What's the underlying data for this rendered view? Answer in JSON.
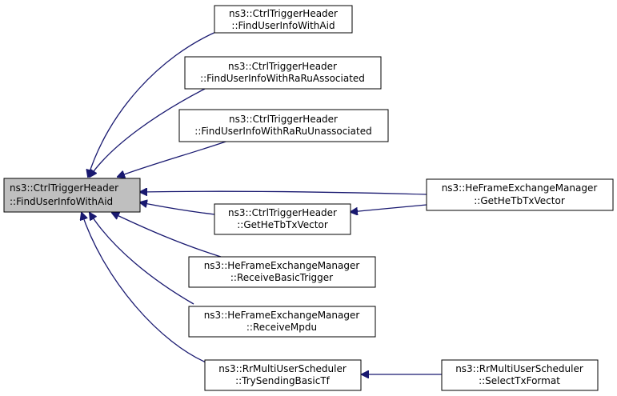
{
  "colors": {
    "edge": "#191970",
    "node_border": "#000000",
    "node_fill": "#ffffff",
    "focus_fill": "#bfbfbf",
    "text": "#000000"
  },
  "nodes": {
    "focus": {
      "line1": "ns3::CtrlTriggerHeader",
      "line2": "::FindUserInfoWithAid"
    },
    "find_user_info_with_aid": {
      "line1": "ns3::CtrlTriggerHeader",
      "line2": "::FindUserInfoWithAid"
    },
    "find_user_info_ra_ru_assoc": {
      "line1": "ns3::CtrlTriggerHeader",
      "line2": "::FindUserInfoWithRaRuAssociated"
    },
    "find_user_info_ra_ru_unassoc": {
      "line1": "ns3::CtrlTriggerHeader",
      "line2": "::FindUserInfoWithRaRuUnassociated"
    },
    "get_he_tb_tx_vector_trigger": {
      "line1": "ns3::CtrlTriggerHeader",
      "line2": "::GetHeTbTxVector"
    },
    "receive_basic_trigger": {
      "line1": "ns3::HeFrameExchangeManager",
      "line2": "::ReceiveBasicTrigger"
    },
    "receive_mpdu": {
      "line1": "ns3::HeFrameExchangeManager",
      "line2": "::ReceiveMpdu"
    },
    "try_sending_basic_tf": {
      "line1": "ns3::RrMultiUserScheduler",
      "line2": "::TrySendingBasicTf"
    },
    "he_get_he_tb_tx_vector": {
      "line1": "ns3::HeFrameExchangeManager",
      "line2": "::GetHeTbTxVector"
    },
    "select_tx_format": {
      "line1": "ns3::RrMultiUserScheduler",
      "line2": "::SelectTxFormat"
    }
  }
}
